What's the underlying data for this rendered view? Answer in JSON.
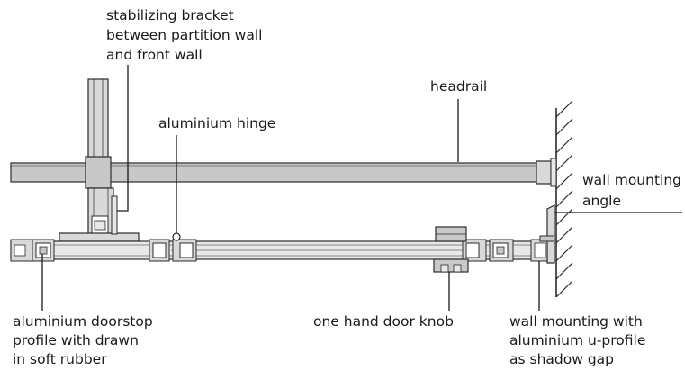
{
  "labels": {
    "stabilizing_bracket": [
      "stabilizing bracket",
      "between partition wall",
      "and front wall"
    ],
    "headrail": [
      "headrail"
    ],
    "aluminium_hinge": [
      "aluminium hinge"
    ],
    "wall_mounting_angle": [
      "wall mounting",
      "angle"
    ],
    "doorstop_profile": [
      "aluminium doorstop",
      "profile with drawn",
      "in soft rubber"
    ],
    "door_knob": [
      "one hand door knob"
    ],
    "wall_mounting_u_profile": [
      "wall mounting with",
      "aluminium u-profile",
      "as shadow gap"
    ]
  },
  "colors": {
    "line": "#2b2b2b",
    "rail_fill": "#c8c8c8",
    "panel_fill": "#d9d9d9",
    "light_fill": "#e8e8e8",
    "wall_fill": "#ffffff"
  }
}
